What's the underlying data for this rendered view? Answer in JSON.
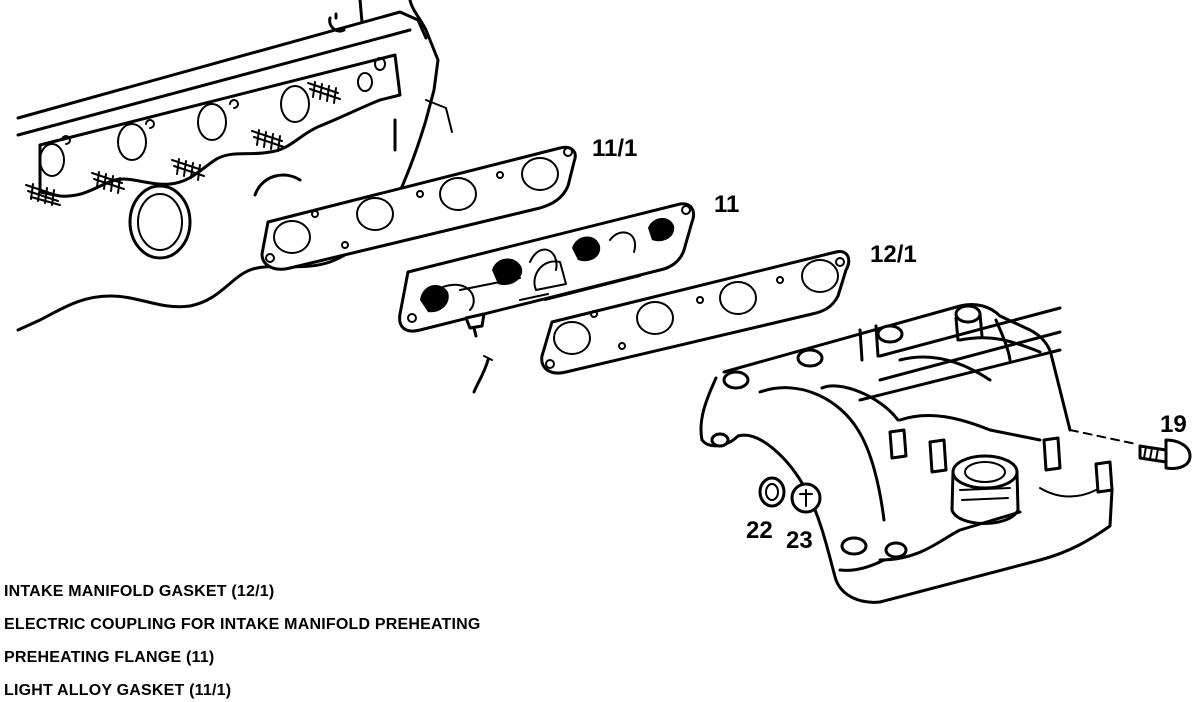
{
  "diagram": {
    "callouts": {
      "light_alloy_gasket": "11/1",
      "preheating_flange": "11",
      "intake_manifold_gasket": "12/1",
      "bolt": "19",
      "part_22": "22",
      "part_23": "23"
    },
    "legend": [
      "INTAKE MANIFOLD GASKET (12/1)",
      "ELECTRIC COUPLING FOR INTAKE MANIFOLD PREHEATING",
      "PREHEATING FLANGE (11)",
      "LIGHT ALLOY GASKET (11/1)"
    ]
  }
}
